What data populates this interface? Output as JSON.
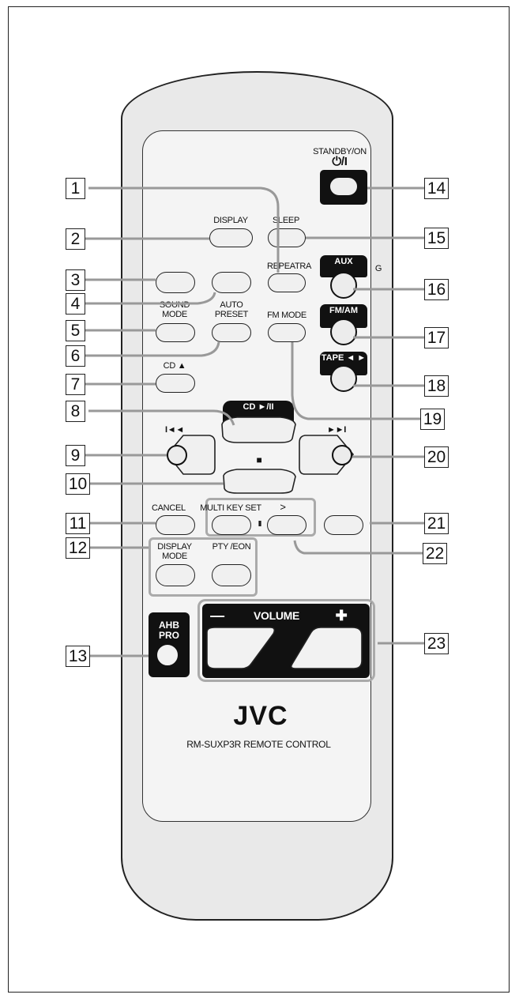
{
  "remote": {
    "brand": "JVC",
    "model": "RM-SUXP3R REMOTE CONTROL"
  },
  "labels": {
    "standby": "STANDBY/ON",
    "standby_symbol": "⏻/I",
    "display": "DISPLAY",
    "sleep": "SLEEP",
    "repeat": "REPEATRA",
    "aux": "AUX",
    "aux_tail": "G",
    "sound_mode": "SOUND MODE",
    "auto_preset": "AUTO PRESET",
    "fm_mode": "FM MODE",
    "fm_am": "FM/AM",
    "tape": "TAPE ◄ ►",
    "cd_eject": "CD ▲",
    "cd_play": "CD ►/II",
    "prev": "I◄◄",
    "next": "►►I",
    "stop": "■",
    "cancel": "CANCEL",
    "multi_key_set": "MULTI KEY SET",
    "right": ">",
    "display_mode": "DISPLAY MODE",
    "pty_eon": "PTY /EON",
    "ahb_pro": "AHB PRO",
    "vol_minus": "—",
    "volume": "VOLUME",
    "vol_plus": "✚"
  },
  "callouts": [
    "1",
    "2",
    "3",
    "4",
    "5",
    "6",
    "7",
    "8",
    "9",
    "10",
    "11",
    "12",
    "13",
    "14",
    "15",
    "16",
    "17",
    "18",
    "19",
    "20",
    "21",
    "22",
    "23"
  ]
}
